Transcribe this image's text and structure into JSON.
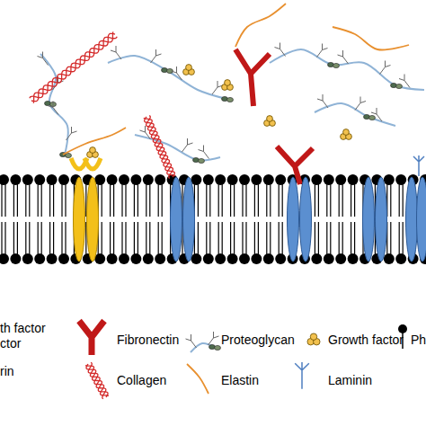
{
  "diagram": {
    "legend": [
      {
        "text": "th factor ctor"
      },
      {
        "text": "Fibronectin"
      },
      {
        "text": "Proteoglycan"
      },
      {
        "text": "Growth factor"
      },
      {
        "text": "Ph"
      },
      {
        "text": "rin"
      },
      {
        "text": "Collagen"
      },
      {
        "text": "Elastin"
      },
      {
        "text": "Laminin"
      }
    ]
  }
}
